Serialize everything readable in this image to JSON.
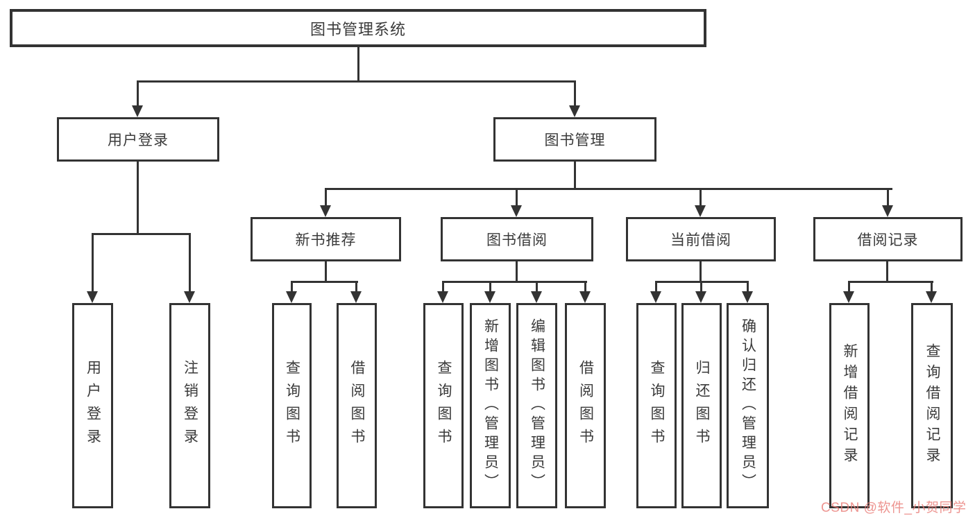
{
  "diagram": {
    "title": "图书管理系统",
    "type": "hierarchy-tree",
    "colors": {
      "line": "#333333",
      "box_border": "#333333",
      "box_fill": "#ffffff",
      "text": "#3a3a3a",
      "watermark": "#e97d78",
      "background": "#ffffff"
    },
    "nodes": {
      "root": "图书管理系统",
      "user_login": "用户登录",
      "book_management": "图书管理",
      "new_book_recommend": "新书推荐",
      "book_borrowing": "图书借阅",
      "current_borrowing": "当前借阅",
      "borrow_records": "借阅记录"
    },
    "leaves": {
      "user_login": "用户登录",
      "logout_login": "注销登录",
      "query_books_1": "查询图书",
      "borrow_books_1": "借阅图书",
      "query_books_2": "查询图书",
      "add_book_admin": "新增图书（管理员）",
      "edit_book_admin": "编辑图书（管理员）",
      "borrow_books_2": "借阅图书",
      "query_books_3": "查询图书",
      "return_books": "归还图书",
      "confirm_return_admin": "确认归还（管理员）",
      "add_borrow_record": "新增借阅记录",
      "query_borrow_record": "查询借阅记录"
    },
    "hierarchy": {
      "图书管理系统": [
        "用户登录",
        "图书管理"
      ],
      "用户登录": [
        "用户登录",
        "注销登录"
      ],
      "图书管理": [
        "新书推荐",
        "图书借阅",
        "当前借阅",
        "借阅记录"
      ],
      "新书推荐": [
        "查询图书",
        "借阅图书"
      ],
      "图书借阅": [
        "查询图书",
        "新增图书（管理员）",
        "编辑图书（管理员）",
        "借阅图书"
      ],
      "当前借阅": [
        "查询图书",
        "归还图书",
        "确认归还（管理员）"
      ],
      "借阅记录": [
        "新增借阅记录",
        "查询借阅记录"
      ]
    },
    "watermark": "CSDN @软件_小贺同学"
  }
}
